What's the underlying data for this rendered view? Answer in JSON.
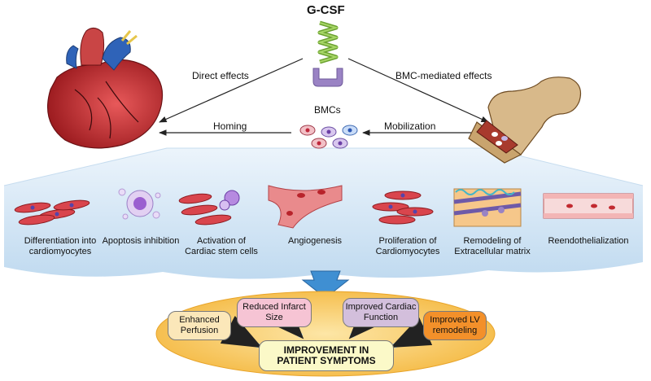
{
  "title": "G-CSF",
  "arrows": {
    "direct": "Direct effects",
    "bmc_mediated": "BMC-mediated effects",
    "homing": "Homing",
    "mobilization": "Mobilization"
  },
  "bmcs_label": "BMCs",
  "mechanisms": [
    {
      "line1": "Differentiation into",
      "line2": "cardiomyocytes"
    },
    {
      "line1": "Apoptosis inhibition",
      "line2": ""
    },
    {
      "line1": "Activation of",
      "line2": "Cardiac stem cells"
    },
    {
      "line1": "Angiogenesis",
      "line2": ""
    },
    {
      "line1": "Proliferation of",
      "line2": "Cardiomyocytes"
    },
    {
      "line1": "Remodeling of",
      "line2": "Extracellular matrix"
    },
    {
      "line1": "Reendothelialization",
      "line2": ""
    }
  ],
  "outcomes": [
    {
      "line1": "Enhanced",
      "line2": "Perfusion",
      "color": "#fbe7b9"
    },
    {
      "line1": "Reduced Infarct",
      "line2": "Size",
      "color": "#f6c4d4"
    },
    {
      "line1": "Improved Cardiac",
      "line2": "Function",
      "color": "#d3bfdc"
    },
    {
      "line1": "Improved LV",
      "line2": "remodeling",
      "color": "#f3902a"
    }
  ],
  "result": {
    "line1": "IMPROVEMENT IN",
    "line2": "PATIENT SYMPTOMS"
  },
  "colors": {
    "band": "#cfe3f3",
    "ellipse": "#f8c95a",
    "result_box": "#fbf9c8",
    "down_arrow": "#3f8fd2",
    "heart": "#c9282d",
    "bone": "#d8b98a",
    "cells": "#c8242a"
  }
}
